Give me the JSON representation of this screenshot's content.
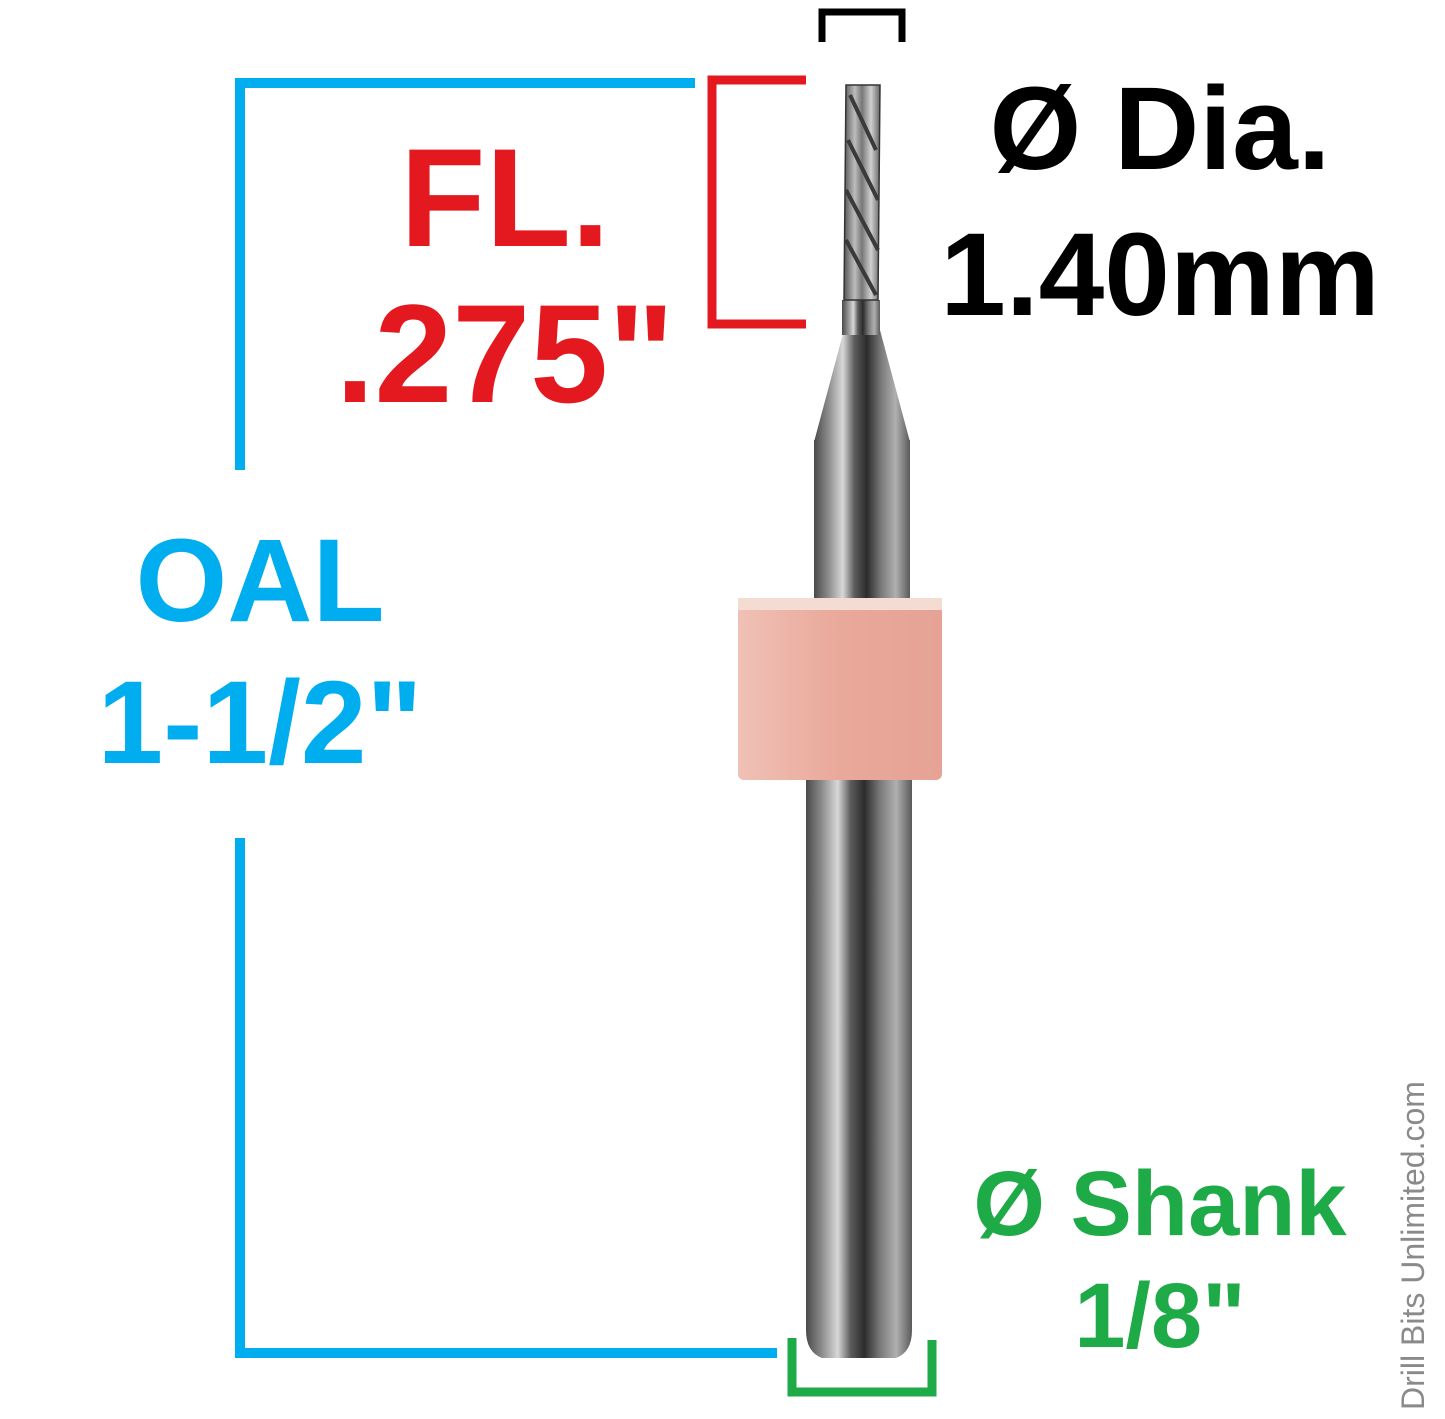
{
  "title": "Drill bit dimension diagram",
  "colors": {
    "oal": "#00AEEF",
    "flute_length": "#E3191F",
    "diameter": "#000000",
    "shank": "#1DAA47",
    "ring": "#EBA89D",
    "watermark": "#8A8A8A"
  },
  "labels": {
    "flute_length": {
      "name": "FL.",
      "value": ".275\""
    },
    "diameter": {
      "name": "Ø Dia.",
      "value": "1.40mm"
    },
    "oal": {
      "name": "OAL",
      "value": "1-1/2\""
    },
    "shank": {
      "name": "Ø Shank",
      "value": "1/8\""
    }
  },
  "watermark": "Drill Bits Unlimited.com"
}
